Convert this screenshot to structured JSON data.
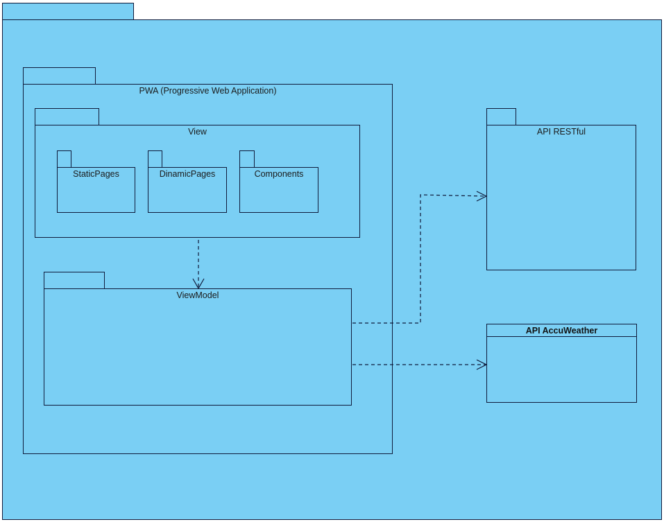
{
  "diagram": {
    "type": "UML package diagram",
    "colors": {
      "fill": "#7acff4",
      "stroke": "#0f1a3a",
      "text": "#1a1a1a"
    },
    "root_package": {
      "name": ""
    },
    "packages": {
      "pwa": {
        "name": "PWA (Progressive Web Application)"
      },
      "view": {
        "name": "View"
      },
      "static_pages": {
        "name": "StaticPages"
      },
      "dinamic_pages": {
        "name": "DinamicPages"
      },
      "components": {
        "name": "Components"
      },
      "viewmodel": {
        "name": "ViewModel"
      },
      "api_restful": {
        "name": "API RESTful"
      }
    },
    "classes": {
      "api_accuweather": {
        "name": "API AccuWeather"
      }
    },
    "dependencies": [
      {
        "from": "View",
        "to": "ViewModel",
        "style": "dashed-open-arrow"
      },
      {
        "from": "ViewModel",
        "to": "API RESTful",
        "style": "dashed-open-arrow"
      },
      {
        "from": "ViewModel",
        "to": "API AccuWeather",
        "style": "dashed-open-arrow"
      }
    ]
  }
}
